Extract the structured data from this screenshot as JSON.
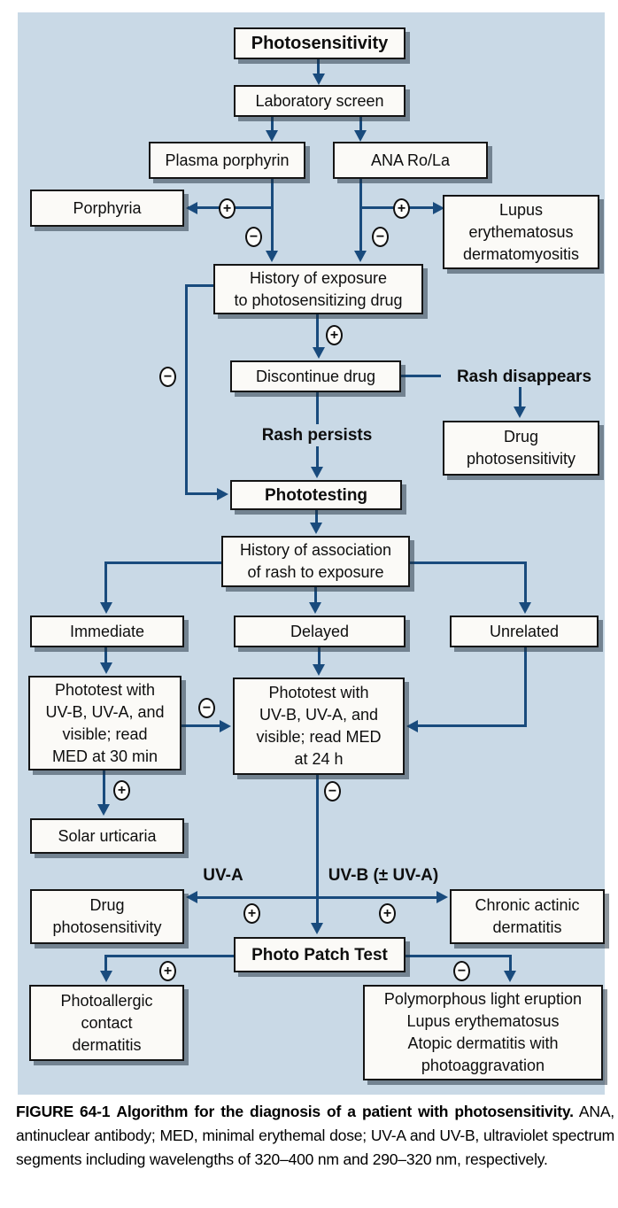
{
  "diagram": {
    "nodes": {
      "photosensitivity": "Photosensitivity",
      "laboratory_screen": "Laboratory screen",
      "plasma_porphyrin": "Plasma porphyrin",
      "ana_ro_la": "ANA Ro/La",
      "porphyria": "Porphyria",
      "lupus": "Lupus\nerythematosus\ndermatomyositis",
      "history_exposure": "History of exposure\nto photosensitizing drug",
      "discontinue_drug": "Discontinue drug",
      "drug_photosensitivity_1": "Drug\nphotosensitivity",
      "phototesting": "Phototesting",
      "history_association": "History of association\nof rash to exposure",
      "immediate": "Immediate",
      "delayed": "Delayed",
      "unrelated": "Unrelated",
      "phototest_30min": "Phototest with\nUV-B, UV-A, and\nvisible; read\nMED at 30 min",
      "phototest_24h": "Phototest with\nUV-B, UV-A, and\nvisible; read MED\nat 24 h",
      "solar_urticaria": "Solar urticaria",
      "drug_photosensitivity_2": "Drug\nphotosensitivity",
      "chronic_actinic": "Chronic actinic\ndermatitis",
      "photo_patch_test": "Photo Patch Test",
      "photoallergic": "Photoallergic\ncontact\ndermatitis",
      "polymorphous": "Polymorphous light eruption\nLupus erythematosus\nAtopic dermatitis with\nphotoaggravation"
    },
    "edge_labels": {
      "rash_disappears": "Rash disappears",
      "rash_persists": "Rash persists",
      "uv_a": "UV-A",
      "uv_b": "UV-B (± UV-A)"
    },
    "signs": {
      "plus": "+",
      "minus": "−"
    },
    "colors": {
      "panel_bg": "#c9d9e6",
      "arrow": "#194b7d",
      "box_fill": "#fbfaf7",
      "box_border": "#141414",
      "shadow": "#51606e"
    }
  },
  "caption": {
    "label": "FIGURE 64-1",
    "title": "Algorithm for the diagnosis of a patient with photosensitivity.",
    "text": "ANA, antinuclear antibody; MED, minimal erythemal dose; UV-A and UV-B, ultraviolet spectrum segments including wavelengths of 320–400 nm and 290–320 nm, respectively."
  }
}
